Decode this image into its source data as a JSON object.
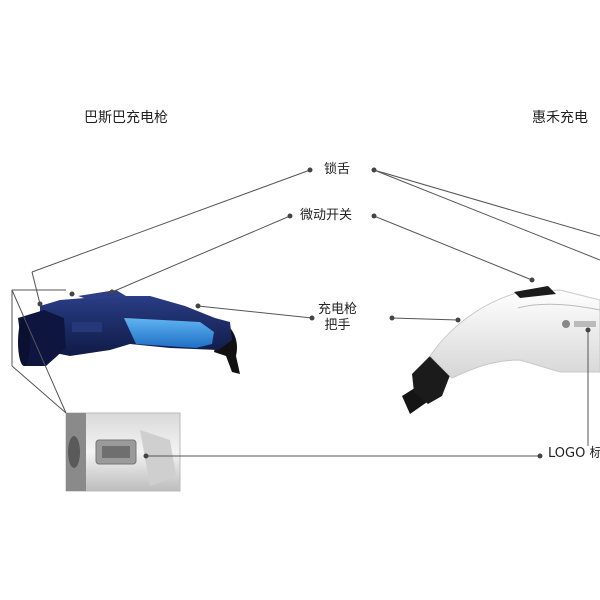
{
  "labels": {
    "left_gun": "巴斯巴充电枪",
    "right_gun": "惠禾充电",
    "lock_tongue": "锁舌",
    "micro_switch": "微动开关",
    "handle_line1": "充电枪",
    "handle_line2": "把手",
    "logo": "LOGO 标"
  },
  "colors": {
    "line": "#555555",
    "left_gun_body": "#1a2a66",
    "left_gun_accent": "#2f8fe0",
    "right_gun_body": "#f2f2f2",
    "right_gun_black": "#1b1b1b"
  }
}
